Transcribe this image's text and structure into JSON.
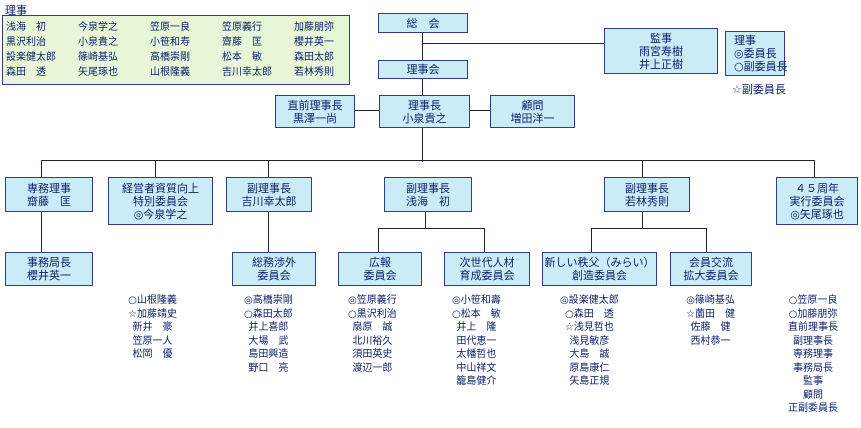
{
  "board_title": "理事",
  "board_members": [
    [
      "浅海　初",
      "今泉学之",
      "笠原一良",
      "笠原義行",
      "加藤朋弥"
    ],
    [
      "黒沢利治",
      "小泉貴之",
      "小笹和寿",
      "齋藤　匡",
      "櫻井英一"
    ],
    [
      "設楽健太郎",
      "篠崎基弘",
      "高橋崇剛",
      "松本　敏",
      "森田太郎"
    ],
    [
      "森田　透",
      "矢尾琢也",
      "山根隆義",
      "吉川幸太郎",
      "若林秀則"
    ]
  ],
  "legend": {
    "title": "理事",
    "items": [
      "◎委員長",
      "○副委員長"
    ],
    "vice_note": "☆副委員長"
  },
  "nodes": {
    "general_meeting": "総　会",
    "auditor": {
      "title": "監事",
      "names": [
        "雨宮寿樹",
        "井上正樹"
      ]
    },
    "board": "理事会",
    "past_chair": {
      "title": "直前理事長",
      "name": "黒澤一尚"
    },
    "chair": {
      "title": "理事長",
      "name": "小泉貴之"
    },
    "advisor": {
      "title": "顧問",
      "name": "増田洋一"
    },
    "exec_director": {
      "title": "専務理事",
      "name": "齋藤　匡"
    },
    "mgmt_committee": {
      "lines": [
        "経営者資質向上",
        "特別委員会",
        "◎今泉学之"
      ]
    },
    "vice1": {
      "title": "副理事長",
      "name": "吉川幸太郎"
    },
    "vice2": {
      "title": "副理事長",
      "name": "浅海　初"
    },
    "vice3": {
      "title": "副理事長",
      "name": "若林秀則"
    },
    "anniv": {
      "lines": [
        "４５周年",
        "実行委員会",
        "◎矢尾琢也"
      ]
    },
    "secretariat": {
      "title": "事務局長",
      "name": "櫻井英一"
    },
    "general_affairs": {
      "lines": [
        "総務渉外",
        "委員会"
      ]
    },
    "pr": {
      "lines": [
        "広報",
        "委員会"
      ]
    },
    "next_gen": {
      "lines": [
        "次世代人材",
        "育成委員会"
      ]
    },
    "new_father": {
      "lines": [
        "新しい秩父（みらい）",
        "創造委員会"
      ]
    },
    "exchange": {
      "lines": [
        "会員交流",
        "拡大委員会"
      ]
    }
  },
  "member_lists": {
    "secretariat": [
      "○山根隆義",
      "☆加藤靖史",
      "新井　豪",
      "笠原一人",
      "松岡　優"
    ],
    "general_affairs": [
      "◎高橋崇剛",
      "○森田太郎",
      "井上喜郎",
      "大場　武",
      "島田興造",
      "野口　亮"
    ],
    "pr": [
      "◎笠原義行",
      "○黒沢利治",
      "扇原　誠",
      "北川裕久",
      "須田英史",
      "渡辺一郎"
    ],
    "next_gen": [
      "◎小笹和壽",
      "○松本　敏",
      "井上　隆",
      "田代恵一",
      "太幡哲也",
      "中山祥文",
      "籠島健介"
    ],
    "new_father": [
      "◎設楽健太郎",
      "○森田　透",
      "☆浅見哲也",
      "浅見敏彦",
      "大島　誠",
      "原島康仁",
      "矢島正規"
    ],
    "exchange": [
      "◎篠崎基弘",
      "☆薗田　健",
      "佐藤　健",
      "西村恭一"
    ],
    "anniv": [
      "○笠原一良",
      "○加藤朋弥",
      "直前理事長",
      "副理事長",
      "専務理事",
      "事務局長",
      "監事",
      "顧問",
      "正副委員長"
    ]
  }
}
